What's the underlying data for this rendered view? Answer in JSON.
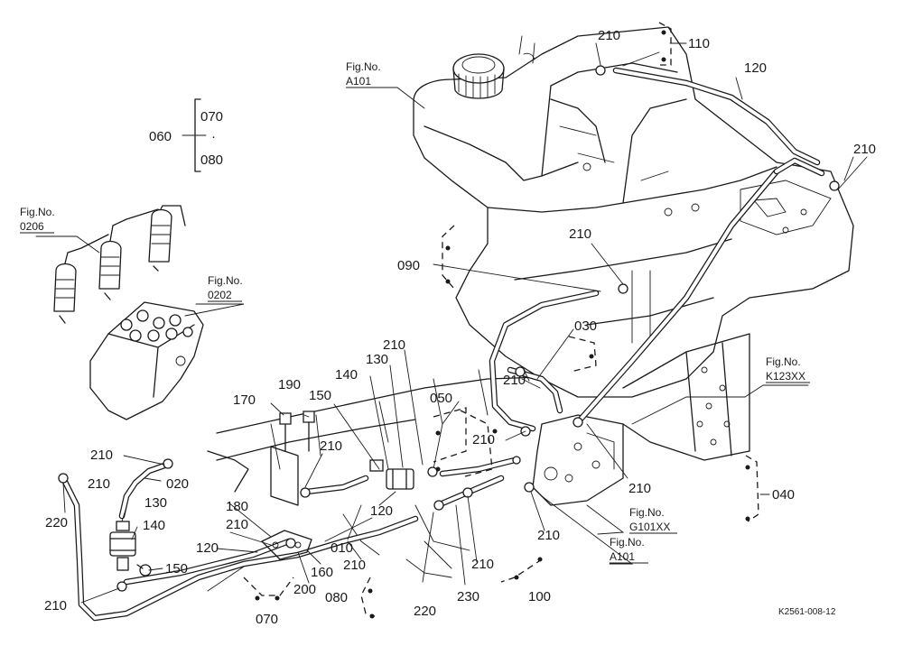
{
  "drawing_code": "K2561-008-12",
  "figure_refs": {
    "tank": [
      "Fig.No.",
      "A101"
    ],
    "injector": [
      "Fig.No.",
      "0206"
    ],
    "pump": [
      "Fig.No.",
      "0202"
    ],
    "frame": [
      "Fig.No.",
      "K123XX"
    ],
    "gear_case": [
      "Fig.No.",
      "G101XX"
    ],
    "lower": [
      "Fig.No.",
      "A101"
    ]
  },
  "part_labels": {
    "p060": "060",
    "p070_top": "070",
    "p070_dot": "·",
    "p080_top": "080",
    "p110": "110",
    "p120_top": "120",
    "p210_a": "210",
    "p210_b": "210",
    "p210_c": "210",
    "p090": "090",
    "p030": "030",
    "p210_d": "210",
    "p210_e": "210",
    "p050": "050",
    "p210_f": "210",
    "p130_top": "130",
    "p140_top": "140",
    "p150_top": "150",
    "p190": "190",
    "p170": "170",
    "p210_g": "210",
    "p210_h": "210",
    "p020": "020",
    "p210_i": "210",
    "p130": "130",
    "p140": "140",
    "p150": "150",
    "p220_left": "220",
    "p180": "180",
    "p210_j": "210",
    "p120_mid": "120",
    "p120_left": "120",
    "p010": "010",
    "p160": "160",
    "p210_k": "210",
    "p200": "200",
    "p080": "080",
    "p070": "070",
    "p210_l": "210",
    "p220_bottom": "220",
    "p230": "230",
    "p210_m": "210",
    "p100": "100",
    "p210_n": "210",
    "p210_o": "210",
    "p040": "040"
  }
}
